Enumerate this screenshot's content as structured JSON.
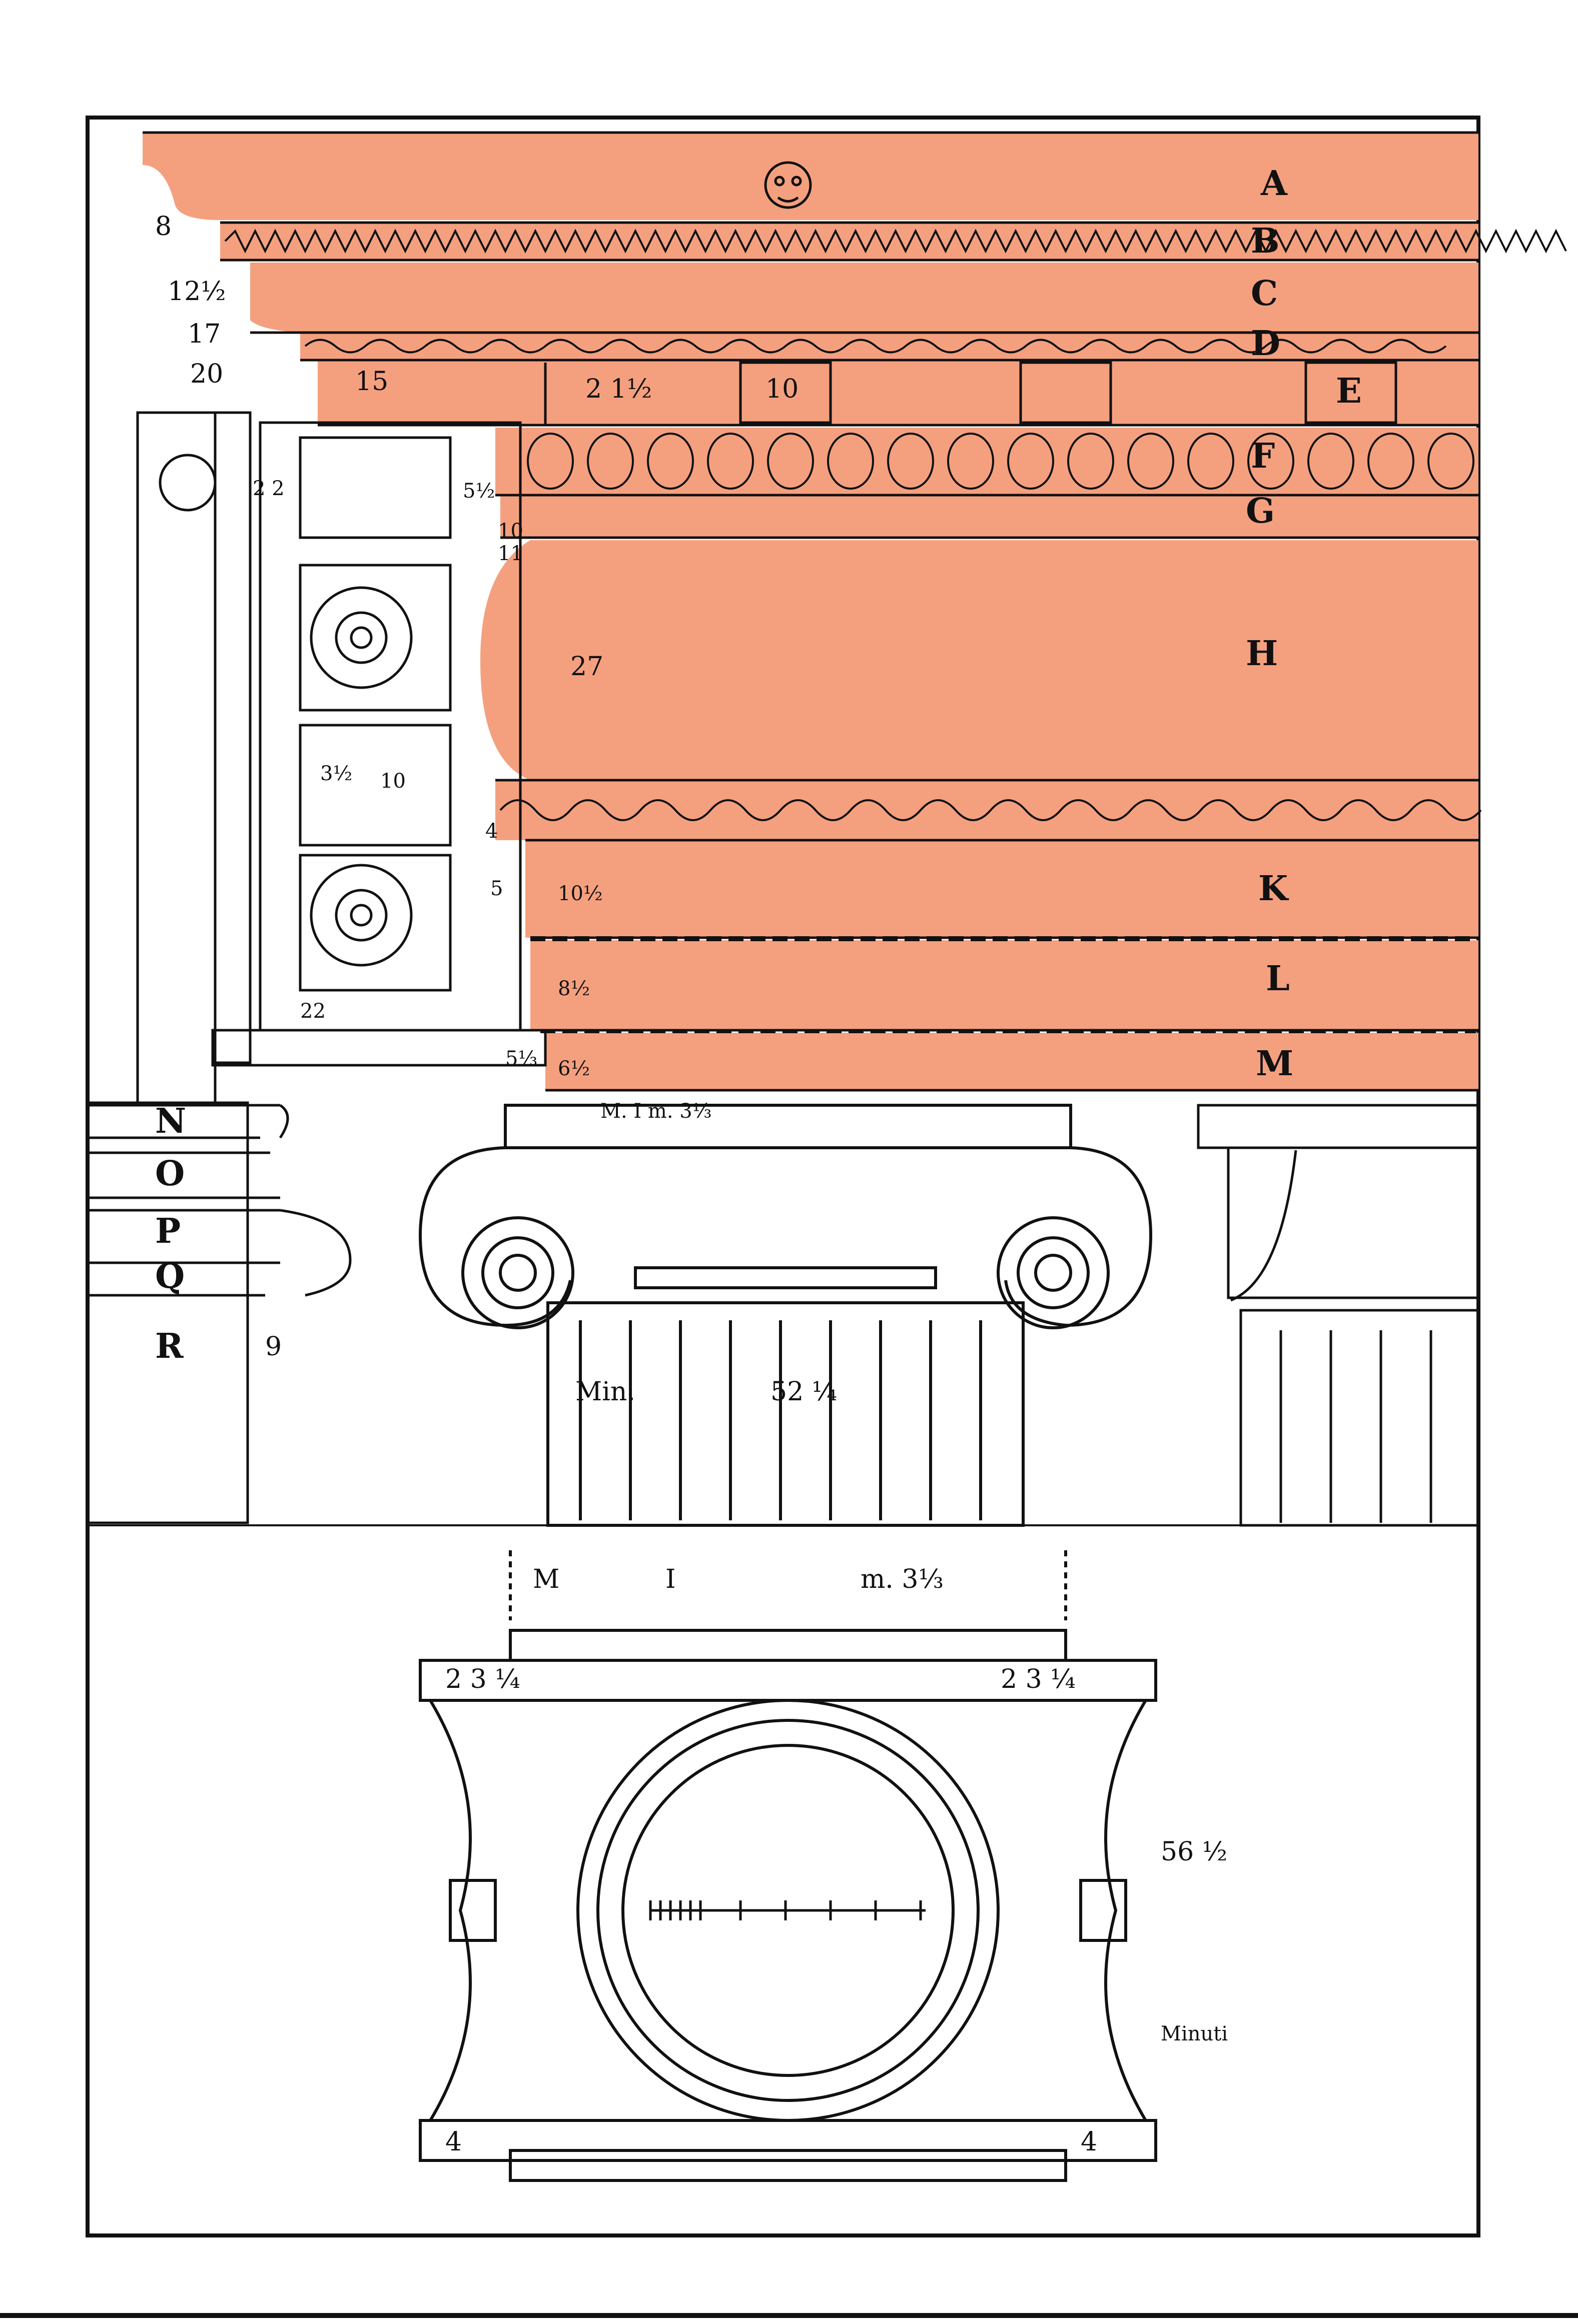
{
  "figure": {
    "subject": "Ionic entablature and capital (architectural plate)",
    "highlight_color": "#F4A07F",
    "ink_color": "#111111",
    "paper_color": "#FFFFFF"
  },
  "entablature_letters": [
    "A",
    "B",
    "C",
    "D",
    "E",
    "F",
    "G",
    "H",
    "K",
    "L",
    "M"
  ],
  "base_letters": [
    "N",
    "O",
    "P",
    "Q",
    "R"
  ],
  "cornice_side_numbers": [
    "8",
    "12½",
    "17",
    "20"
  ],
  "frieze_numbers": [
    "15",
    "2 1½",
    "10"
  ],
  "soffit_numbers": [
    "2 2",
    "5½",
    "10",
    "11",
    "3½",
    "10",
    "4",
    "5",
    "22"
  ],
  "profile_numbers": [
    "27",
    "10½",
    "8½",
    "6½",
    "5⅓"
  ],
  "capital_labels": {
    "top_row": "M. I m. 3⅓",
    "shaft_label": "Min.",
    "shaft_value": "52 ¼",
    "side_value": "9"
  },
  "plan_labels": {
    "top_row": [
      "M",
      "I",
      "m. 3⅓"
    ],
    "left_value": "2 3 ¼",
    "right_value": "2 3 ¼",
    "bottom_left": "4",
    "bottom_right": "4",
    "side_value": "56 ½",
    "scale_caption": "Minuti"
  }
}
